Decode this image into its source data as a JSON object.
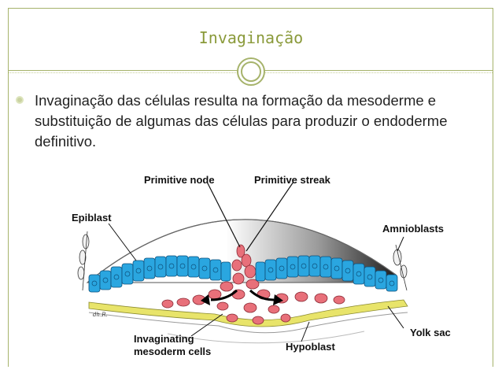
{
  "slide": {
    "title": "Invaginação",
    "bullet": "Invaginação das células resulta na formação da mesoderme e substituição de algumas das células para produzir  o endoderme definitivo."
  },
  "diagram": {
    "labels": {
      "primitive_node": "Primitive node",
      "primitive_streak": "Primitive streak",
      "epiblast": "Epiblast",
      "amnioblasts": "Amnioblasts",
      "yolk_sac": "Yolk sac",
      "hypoblast": "Hypoblast",
      "invaginating_1": "Invaginating",
      "invaginating_2": "mesoderm cells",
      "signature": "dh.R."
    },
    "colors": {
      "epiblast": "#2aa6e0",
      "mesoderm": "#e8707a",
      "hypoblast": "#e8e46a",
      "accent": "#8a9a3a"
    }
  }
}
